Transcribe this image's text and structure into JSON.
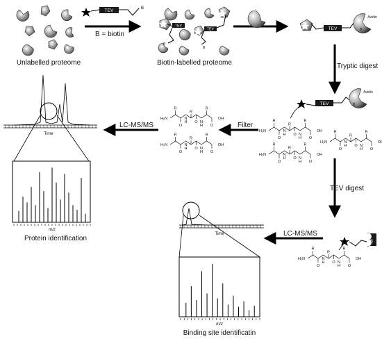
{
  "labels": {
    "unlabelled": "Unlabelled proteome",
    "biotin_labelled": "Biotin-labelled proteome",
    "biotin_def": "B = biotin",
    "tryptic": "Tryptic digest",
    "filter": "Filter",
    "lcms_top": "LC-MS/MS",
    "tev_digest": "TEV digest",
    "lcms_bottom": "LC-MS/MS",
    "protein_id": "Protein identification",
    "binding_site": "Binding site identificatin",
    "time": "Time",
    "mz": "m/z"
  },
  "tags": {
    "tev": "TEV",
    "biotin": "B",
    "avidin": "Avidin"
  },
  "peptide_atoms": {
    "amine": "H₂N",
    "oh": "OH",
    "r": "R",
    "o": "O",
    "h": "H",
    "n": "N"
  },
  "spectrum_peaks_top": [
    0.2,
    0.45,
    0.35,
    0.62,
    0.3,
    0.88,
    0.55,
    0.25,
    0.96,
    0.7,
    0.4,
    0.85,
    0.52,
    0.3,
    0.22,
    0.78,
    0.15
  ],
  "spectrum_peaks_bottom": [
    0.25,
    0.55,
    0.3,
    0.82,
    0.42,
    0.95,
    0.33,
    0.6,
    0.22,
    0.38,
    0.18,
    0.28,
    0.12,
    0.2
  ]
}
